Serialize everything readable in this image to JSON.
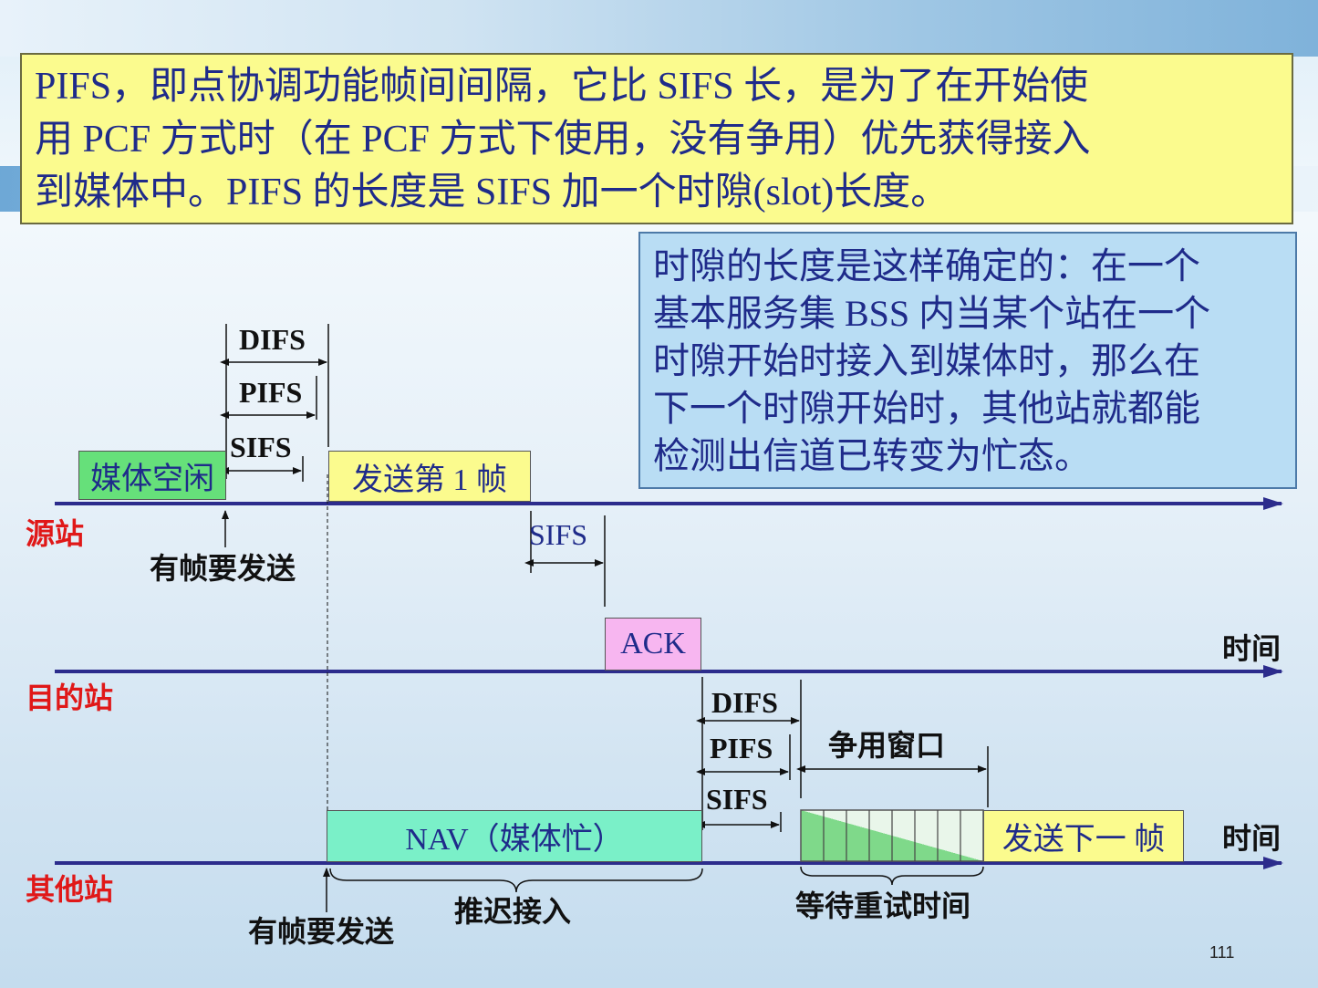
{
  "colors": {
    "station": "#e01818",
    "text": "#1f2b8a",
    "idle": "#66e07a",
    "frame": "#fbfb8e",
    "ack": "#f7b6f0",
    "nav": "#7af0c8",
    "axis": "#2c2c8c"
  },
  "note_top": {
    "line1": "PIFS，即点协调功能帧间间隔，它比 SIFS 长，是为了在开始使",
    "line2": "用 PCF 方式时（在 PCF 方式下使用，没有争用）优先获得接入",
    "line3": "到媒体中。PIFS 的长度是 SIFS 加一个时隙(slot)长度。"
  },
  "note_right": {
    "line1": "时隙的长度是这样确定的：在一个",
    "line2": "基本服务集 BSS 内当某个站在一个",
    "line3": "时隙开始时接入到媒体时，那么在",
    "line4": "下一个时隙开始时，其他站就都能",
    "line5": "检测出信道已转变为忙态。"
  },
  "stations": {
    "source": "源站",
    "dest": "目的站",
    "other": "其他站"
  },
  "labels": {
    "has_frame": "有帧要发送",
    "has_frame2": "有帧要发送",
    "time1": "时间",
    "time2": "时间",
    "defer": "推迟接入",
    "contention": "争用窗口",
    "backoff": "等待重试时间"
  },
  "ifs": {
    "difs": "DIFS",
    "pifs": "PIFS",
    "sifs": "SIFS",
    "sifs_ack": "SIFS",
    "difs2": "DIFS",
    "pifs2": "PIFS",
    "sifs2": "SIFS"
  },
  "frames": {
    "idle": "媒体空闲",
    "send1": "发送第 1 帧",
    "ack": "ACK",
    "nav": "NAV（媒体忙）",
    "send_next": "发送下一 帧"
  },
  "page_number": "111"
}
